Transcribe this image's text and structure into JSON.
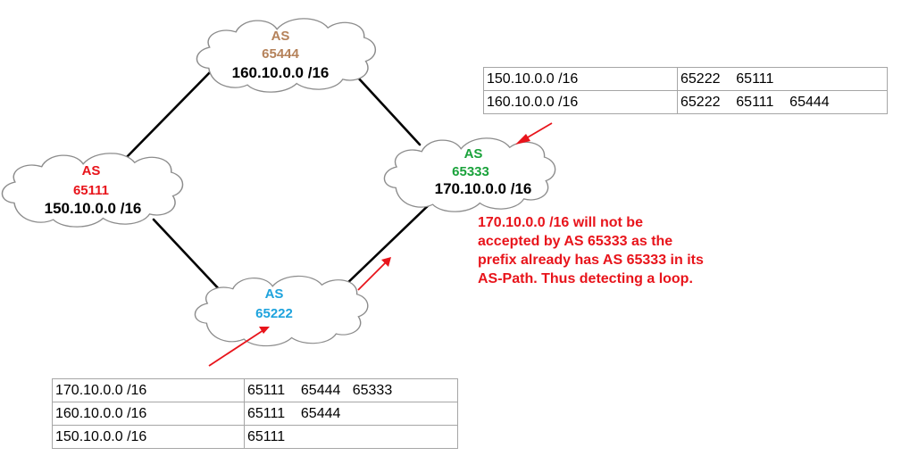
{
  "colors": {
    "as65111": "#e8141b",
    "as65444": "#b5825a",
    "as65333": "#1aa23b",
    "as65222": "#1ea3dd",
    "prefix": "#000000",
    "note": "#e8141b",
    "arrow": "#e8141b"
  },
  "nodes": {
    "as65111": {
      "as_label": "AS",
      "as_number": "65111",
      "prefix": "150.10.0.0 /16"
    },
    "as65444": {
      "as_label": "AS",
      "as_number": "65444",
      "prefix": "160.10.0.0 /16"
    },
    "as65333": {
      "as_label": "AS",
      "as_number": "65333",
      "prefix": "170.10.0.0 /16"
    },
    "as65222": {
      "as_label": "AS",
      "as_number": "65222"
    }
  },
  "note": {
    "lines": [
      "170.10.0.0 /16 will not be",
      "accepted by AS 65333 as the",
      "prefix already has AS 65333 in its",
      "AS-Path. Thus detecting a loop."
    ]
  },
  "table_65333": {
    "rows": [
      {
        "prefix": "150.10.0.0 /16",
        "path": "65222    65111"
      },
      {
        "prefix": "160.10.0.0 /16",
        "path": "65222    65111    65444"
      }
    ]
  },
  "table_65222": {
    "rows": [
      {
        "prefix": "170.10.0.0 /16",
        "path": "65111    65444   65333"
      },
      {
        "prefix": "160.10.0.0 /16",
        "path": "65111    65444"
      },
      {
        "prefix": "150.10.0.0 /16",
        "path": "65111"
      }
    ]
  }
}
